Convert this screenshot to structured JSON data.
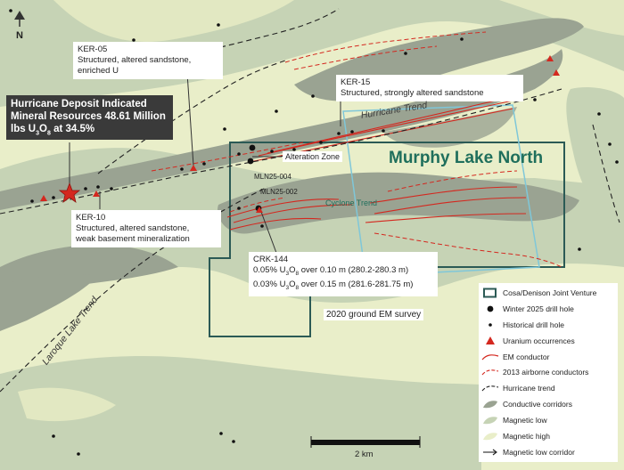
{
  "north_label": "N",
  "deposit": {
    "title": "Hurricane Deposit",
    "subtitle": "Indicated Mineral Resources",
    "resource_prefix": "48.61 Million lbs U",
    "resource_sub1": "3",
    "resource_mid": "O",
    "resource_sub2": "8",
    "resource_suffix": " at 34.5%"
  },
  "callouts": {
    "ker05": {
      "id": "KER-05",
      "line1": "Structured, altered sandstone,",
      "line2": "enriched U"
    },
    "ker15": {
      "id": "KER-15",
      "line1": "Structured, strongly altered sandstone"
    },
    "ker10": {
      "id": "KER-10",
      "line1": "Structured, altered sandstone,",
      "line2": "weak basement mineralization"
    },
    "crk144": {
      "id": "CRK-144",
      "row1_a": "0.05% U",
      "row1_sub1": "3",
      "row1_b": "O",
      "row1_sub2": "8",
      "row1_c": " over 0.10 m (280.2-280.3 m)",
      "row2_a": "0.03% U",
      "row2_sub1": "3",
      "row2_b": "O",
      "row2_sub2": "8",
      "row2_c": " over 0.15 m (281.6-281.75 m)"
    }
  },
  "labels": {
    "hurricane_trend": "Hurricane Trend",
    "alteration_zone": "Alteration Zone",
    "murphy_lake_north": "Murphy Lake North",
    "mln25_004": "MLN25-004",
    "mln25_002": "MLN25-002",
    "cyclone_trend": "Cyclone Trend",
    "em_survey": "2020 ground EM survey",
    "laroque_trend": "Laroque Lake Trend",
    "scale": "2 km"
  },
  "legend": [
    {
      "icon": "joint-venture-box",
      "label": "Cosa/Denison Joint Venture"
    },
    {
      "icon": "black-dot",
      "label": "Winter 2025 drill hole"
    },
    {
      "icon": "small-dot",
      "label": "Historical drill hole"
    },
    {
      "icon": "red-triangle",
      "label": "Uranium occurrences"
    },
    {
      "icon": "red-line",
      "label": "EM conductor"
    },
    {
      "icon": "red-dashed-line",
      "label": "2013 airborne conductors"
    },
    {
      "icon": "black-dashed-line",
      "label": "Hurricane trend"
    },
    {
      "icon": "dark-gray-patch",
      "label": "Conductive corridors"
    },
    {
      "icon": "gray-green-patch",
      "label": "Magnetic low"
    },
    {
      "icon": "pale-yellow-patch",
      "label": "Magnetic high"
    },
    {
      "icon": "arrow-line",
      "label": "Magnetic low corridor"
    }
  ],
  "colors": {
    "mag_high": "#e9eec9",
    "mag_low": "#c6d3b5",
    "conductive": "#9aa392",
    "conductor_red": "#d4281f",
    "jv_outline": "#2b5a55",
    "em_survey_outline": "#7fc7d9",
    "label_green": "#1f6f5c",
    "deposit_box": "#3a3a3a"
  }
}
